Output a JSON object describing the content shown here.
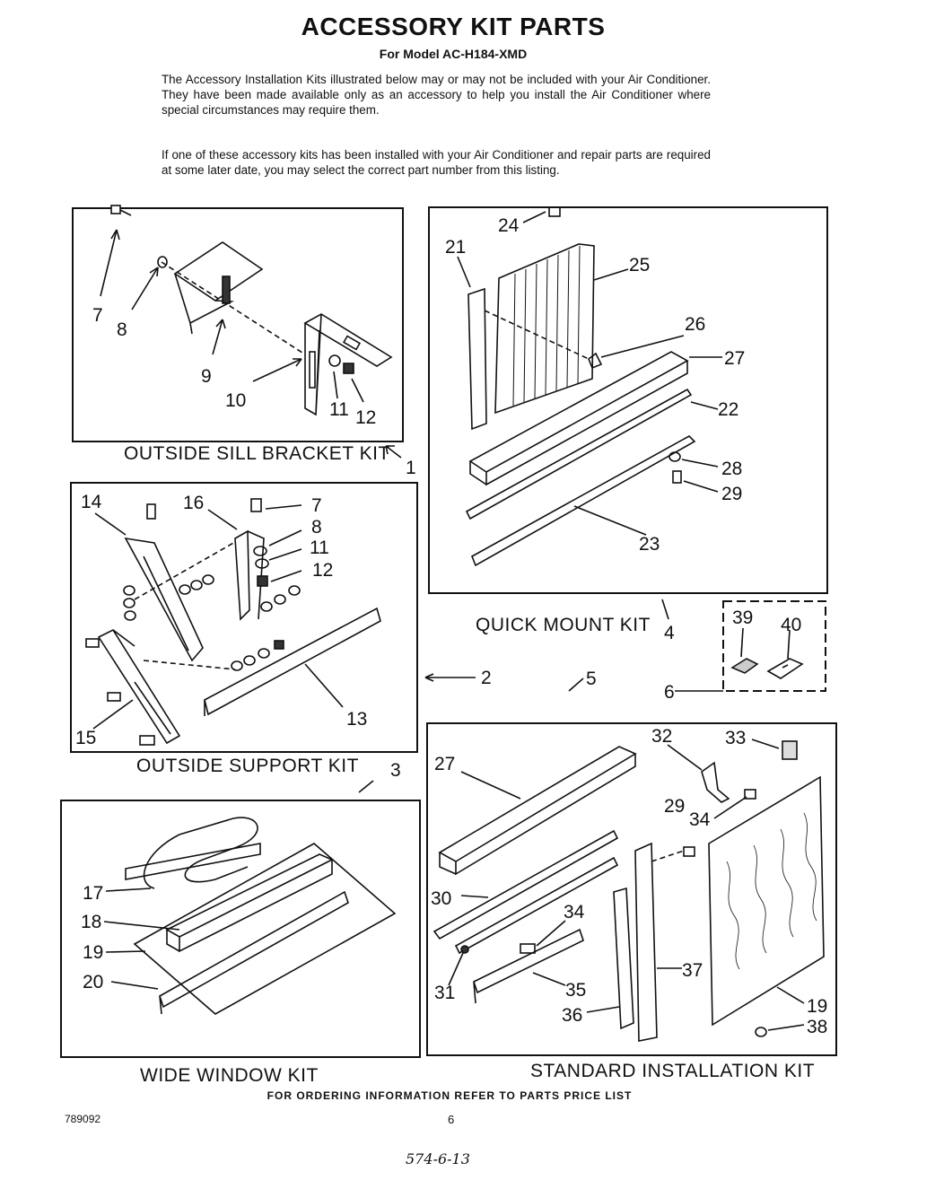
{
  "header": {
    "title": "ACCESSORY KIT PARTS",
    "subtitle": "For Model AC-H184-XMD"
  },
  "intro": {
    "paragraph1": "The Accessory Installation Kits illustrated below may or may not be included with your Air Conditioner. They have been made available only as an accessory to help you install the Air Conditioner where special circumstances may require them.",
    "paragraph2": "If one of these accessory kits has been installed with your Air Conditioner and repair parts are required at some later date, you may select the correct part number from this listing."
  },
  "kits": {
    "outside_sill_bracket": {
      "name": "OUTSIDE SILL BRACKET KIT",
      "ref": "1",
      "parts": [
        "7",
        "8",
        "9",
        "10",
        "11",
        "12"
      ]
    },
    "outside_support": {
      "name": "OUTSIDE SUPPORT KIT",
      "ref": "2",
      "parts": [
        "14",
        "16",
        "7",
        "8",
        "11",
        "12",
        "15",
        "13"
      ]
    },
    "wide_window": {
      "name": "WIDE WINDOW KIT",
      "ref": "3",
      "parts": [
        "17",
        "18",
        "19",
        "20"
      ]
    },
    "quick_mount": {
      "name": "QUICK MOUNT KIT",
      "ref": "4",
      "parts": [
        "24",
        "21",
        "25",
        "26",
        "27",
        "22",
        "28",
        "29",
        "23"
      ]
    },
    "standard_installation": {
      "name": "STANDARD INSTALLATION KIT",
      "ref": "5",
      "parts": [
        "27",
        "32",
        "33",
        "29",
        "34",
        "30",
        "34",
        "31",
        "35",
        "36",
        "37",
        "19",
        "38"
      ]
    },
    "small_parts": {
      "ref": "6",
      "parts": [
        "39",
        "40"
      ]
    }
  },
  "footer": {
    "ordering_note": "FOR ORDERING INFORMATION REFER TO PARTS PRICE LIST",
    "doc_number": "789092",
    "page_number": "6",
    "handwritten": "574-6-13"
  }
}
